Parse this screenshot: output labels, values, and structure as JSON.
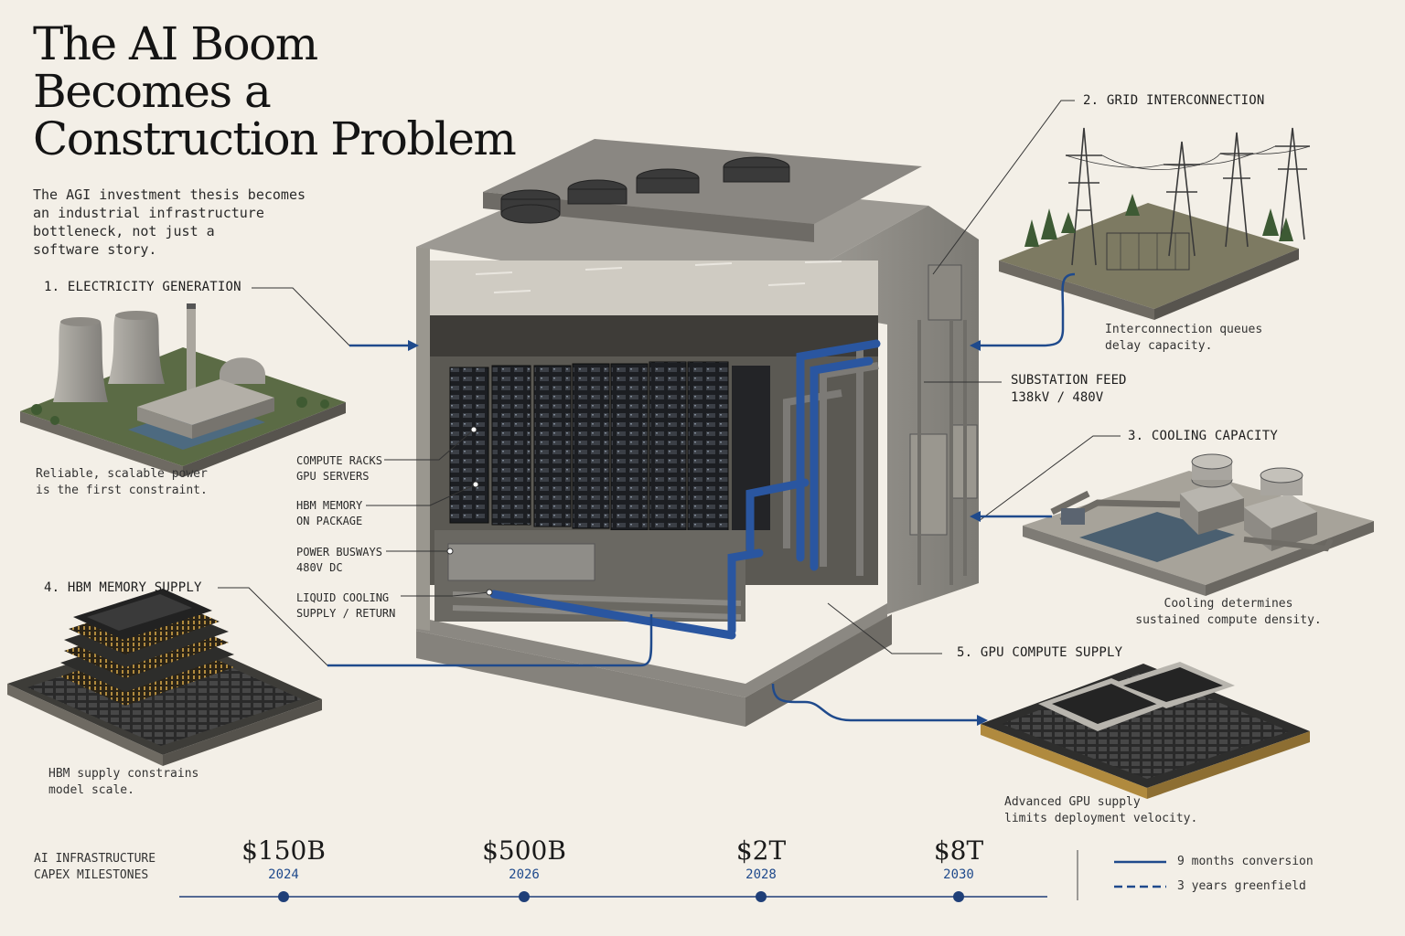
{
  "title": {
    "line1": "The AI Boom",
    "line2": "Becomes a",
    "line3": "Construction Problem"
  },
  "subtitle": {
    "line1": "The AGI investment thesis becomes",
    "line2": "an industrial infrastructure",
    "line3": "bottleneck, not just a",
    "line4": "software story."
  },
  "sections": {
    "electricity": {
      "heading": "1. ELECTRICITY GENERATION",
      "caption_line1": "Reliable, scalable power",
      "caption_line2": "is the first constraint."
    },
    "grid": {
      "heading": "2. GRID INTERCONNECTION",
      "caption_line1": "Interconnection queues",
      "caption_line2": "delay capacity."
    },
    "cooling": {
      "heading": "3. COOLING CAPACITY",
      "caption_line1": "Cooling determines",
      "caption_line2": "sustained compute density."
    },
    "hbm": {
      "heading": "4. HBM MEMORY SUPPLY",
      "caption_line1": "HBM supply constrains",
      "caption_line2": "model scale."
    },
    "gpu": {
      "heading": "5. GPU COMPUTE SUPPLY",
      "caption_line1": "Advanced GPU supply",
      "caption_line2": "limits deployment velocity."
    }
  },
  "substation": {
    "line1": "SUBSTATION FEED",
    "line2": "138kV / 480V"
  },
  "callouts": [
    {
      "line1": "COMPUTE RACKS",
      "line2": "GPU SERVERS"
    },
    {
      "line1": "HBM MEMORY",
      "line2": "ON PACKAGE"
    },
    {
      "line1": "POWER BUSWAYS",
      "line2": "480V DC"
    },
    {
      "line1": "LIQUID COOLING",
      "line2": "SUPPLY / RETURN"
    }
  ],
  "timeline": {
    "label_line1": "AI INFRASTRUCTURE",
    "label_line2": "CAPEX MILESTONES",
    "milestones": [
      {
        "amount": "$150B",
        "year": "2024"
      },
      {
        "amount": "$500B",
        "year": "2026"
      },
      {
        "amount": "$2T",
        "year": "2028"
      },
      {
        "amount": "$8T",
        "year": "2030"
      }
    ]
  },
  "legend": {
    "solid": "9 months conversion",
    "dashed": "3 years greenfield"
  },
  "colors": {
    "background": "#f3efe7",
    "accent_blue": "#1f4a8c",
    "concrete": "#8a8882",
    "rack": "#1e2024"
  }
}
